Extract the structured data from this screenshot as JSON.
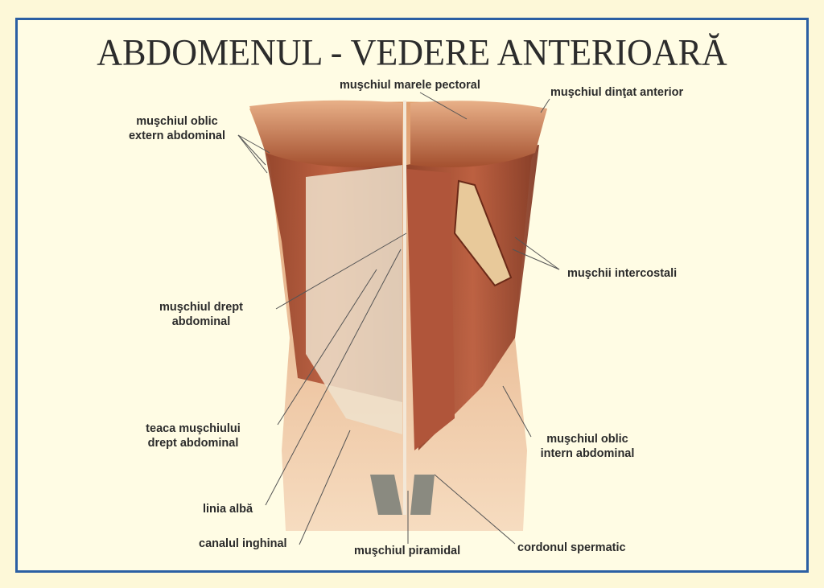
{
  "title": "ABDOMENUL - VEDERE ANTERIOARĂ",
  "colors": {
    "border": "#2b5fa3",
    "background": "#fffce4",
    "outer": "#fdf8d8",
    "text": "#2b2b2b"
  },
  "labels": {
    "pectoral": "muşchiul marele pectoral",
    "dintat": "muşchiul dinţat anterior",
    "oblic_extern_1": "muşchiul oblic",
    "oblic_extern_2": "extern abdominal",
    "intercostali": "muşchii intercostali",
    "drept_1": "muşchiul drept",
    "drept_2": "abdominal",
    "teaca_1": "teaca muşchiului",
    "teaca_2": "drept abdominal",
    "oblic_intern_1": "muşchiul oblic",
    "oblic_intern_2": "intern abdominal",
    "linia_alba": "linia albă",
    "canalul": "canalul inghinal",
    "piramidal": "muşchiul piramidal",
    "cordonul": "cordonul spermatic"
  }
}
